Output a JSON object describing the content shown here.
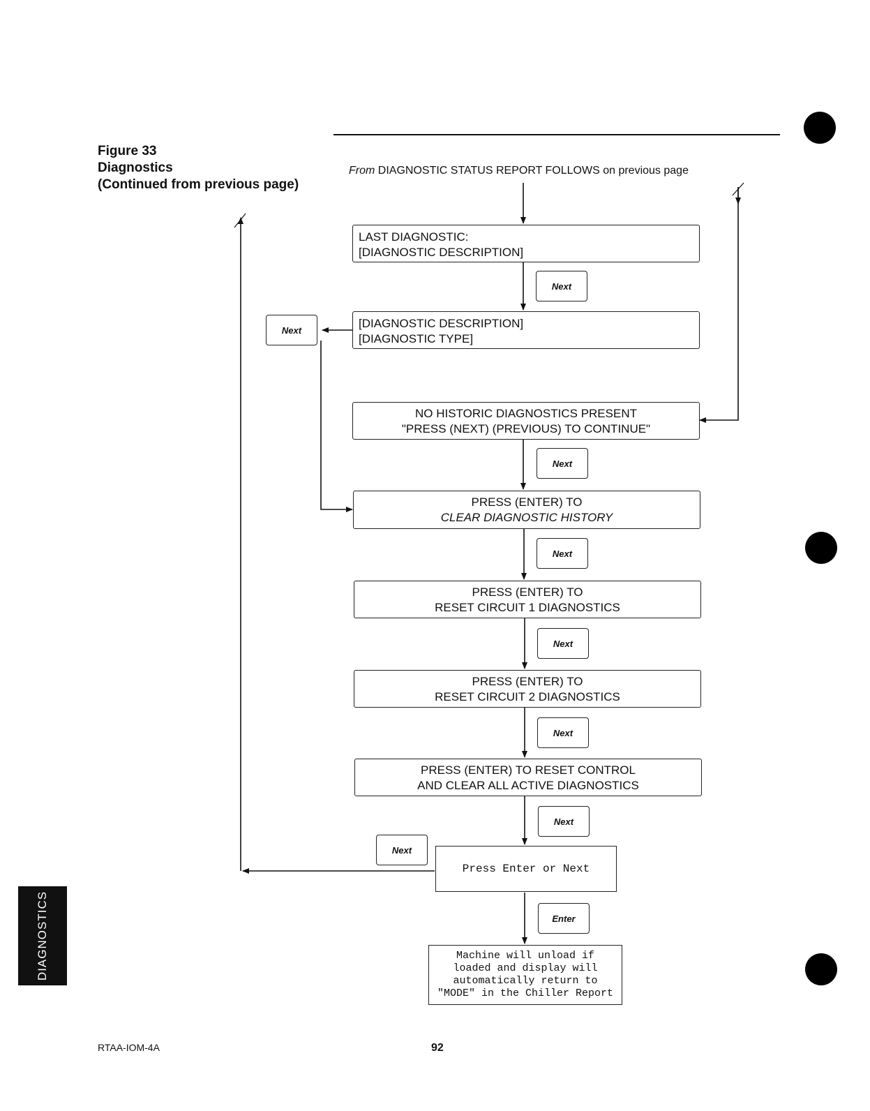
{
  "figure": {
    "label": "Figure 33",
    "title": "Diagnostics",
    "subtitle": "(Continued from previous page)"
  },
  "from_note": {
    "prefix": "From",
    "text": "DIAGNOSTIC STATUS REPORT FOLLOWS",
    "suffix": "on previous page"
  },
  "boxes": {
    "last_diag": [
      "LAST DIAGNOSTIC:",
      "[DIAGNOSTIC DESCRIPTION]"
    ],
    "diag_desc": [
      "[DIAGNOSTIC DESCRIPTION]",
      "[DIAGNOSTIC TYPE]"
    ],
    "no_history": [
      "NO HISTORIC DIAGNOSTICS PRESENT",
      "\"PRESS (NEXT) (PREVIOUS) TO CONTINUE\""
    ],
    "clear_history": [
      "PRESS (ENTER) TO",
      "CLEAR DIAGNOSTIC HISTORY"
    ],
    "reset_c1": [
      "PRESS (ENTER) TO",
      "RESET CIRCUIT 1 DIAGNOSTICS"
    ],
    "reset_c2": [
      "PRESS (ENTER) TO",
      "RESET CIRCUIT 2 DIAGNOSTICS"
    ],
    "reset_control": [
      "PRESS (ENTER) TO RESET CONTROL",
      "AND CLEAR ALL ACTIVE DIAGNOSTICS"
    ],
    "press_enter_next": "Press Enter or Next",
    "result": [
      "Machine will unload if",
      "loaded and display will",
      "automatically return to",
      "\"MODE\" in the Chiller Report"
    ]
  },
  "keys": {
    "next": "Next",
    "enter": "Enter"
  },
  "side_tab": "DIAGNOSTICS",
  "footer": {
    "doc_id": "RTAA-IOM-4A",
    "page": "92"
  }
}
